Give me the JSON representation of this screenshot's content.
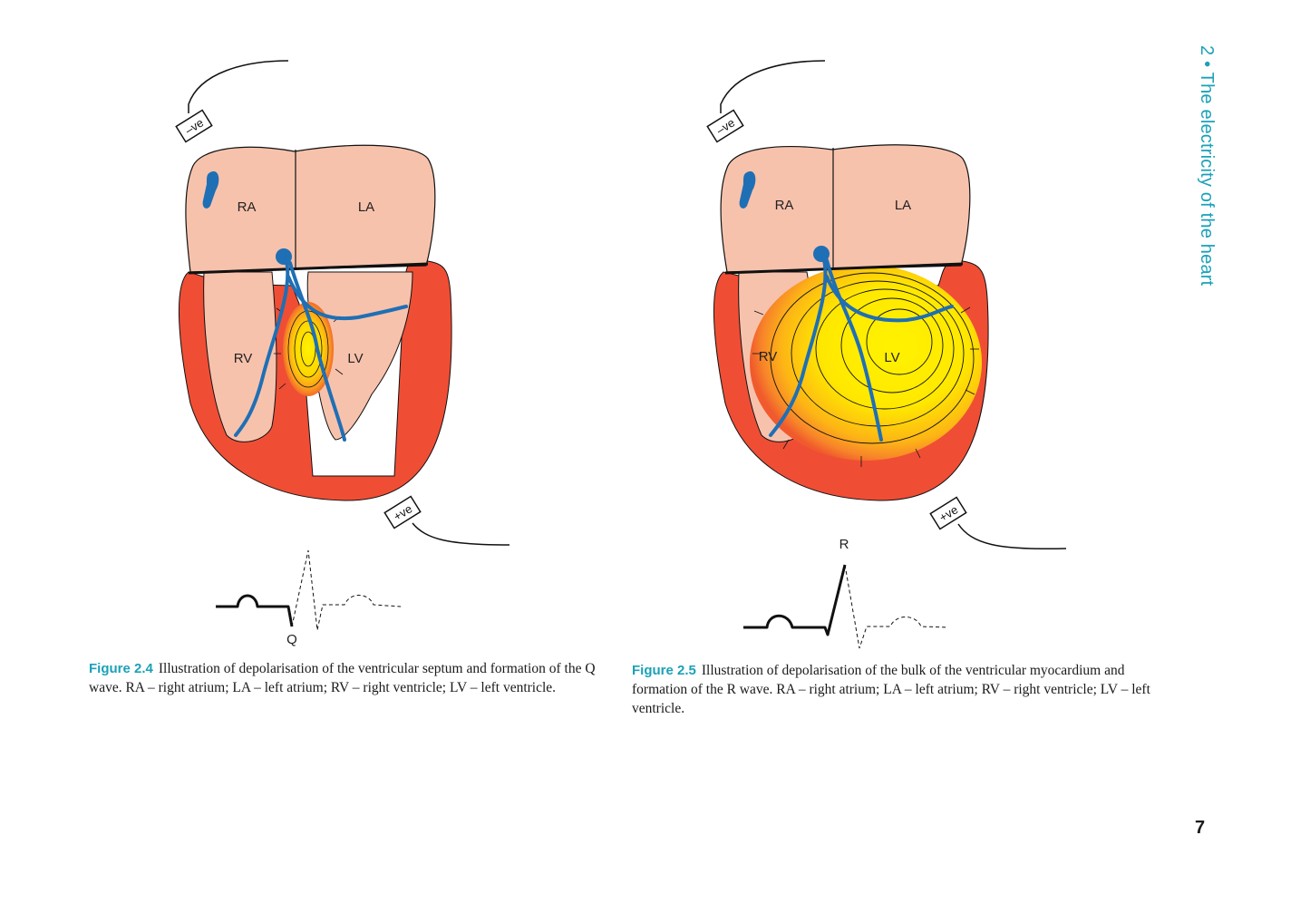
{
  "side_heading": "2 • The electricity of the heart",
  "page_number": "7",
  "colors": {
    "atria": "#f7c2ac",
    "muscle": "#ef4e35",
    "conduction": "#1f6fb5",
    "accent": "#1ba1b8",
    "depolarised": "#fff200"
  },
  "figures": [
    {
      "electrode_neg": "–ve",
      "electrode_pos": "+ve",
      "chambers": {
        "ra": "RA",
        "la": "LA",
        "rv": "RV",
        "lv": "LV"
      },
      "wave_label": "Q",
      "caption_label": "Figure 2.4",
      "caption_text": "Illustration of depolarisation of the ventricular septum and formation of the Q wave. RA – right atrium; LA – left atrium; RV – right ventricle; LV – left ventricle."
    },
    {
      "electrode_neg": "–ve",
      "electrode_pos": "+ve",
      "chambers": {
        "ra": "RA",
        "la": "LA",
        "rv": "RV",
        "lv": "LV"
      },
      "wave_label": "R",
      "caption_label": "Figure 2.5",
      "caption_text": "Illustration of depolarisation of the bulk of the ventricular myocardium and formation of the R wave. RA – right atrium; LA – left atrium; RV – right ventricle; LV – left ventricle."
    }
  ]
}
